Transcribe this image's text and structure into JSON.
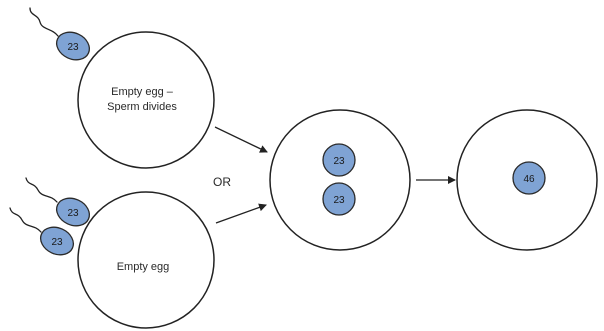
{
  "top_egg": {
    "label_line1": "Empty egg –",
    "label_line2": "Sperm divides",
    "sperm_count": "23"
  },
  "or_text": "OR",
  "bottom_egg": {
    "label": "Empty egg",
    "sperm1_count": "23",
    "sperm2_count": "23"
  },
  "middle_egg": {
    "nucleus1": "23",
    "nucleus2": "23"
  },
  "final_egg": {
    "nucleus": "46"
  },
  "colors": {
    "nucleus_fill": "#7fa3d4",
    "outline": "#222222"
  }
}
